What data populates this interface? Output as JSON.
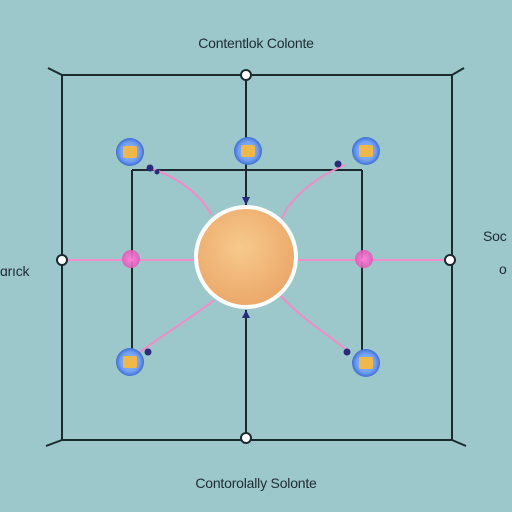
{
  "titles": {
    "top": "Contentlok Colonte",
    "bottom": "Contorolally Solonte"
  },
  "side_labels": {
    "left": "ɑrıck",
    "right_line1": "Soc",
    "right_line2": "o"
  },
  "colors": {
    "background": "#9cc8cc",
    "frame_line": "#1c2a30",
    "central_node_fill": "#f2b97a",
    "central_node_ring": "#ffffff",
    "pink_link": "#f08cc8",
    "pink_node": "#ee6cc4",
    "satellite_ring": "#4f86e6",
    "satellite_core": "#f0b84a",
    "arrow_head": "#2a2a7a"
  },
  "diagram": {
    "central_node": {
      "shape": "circle",
      "icon": "orange-hub"
    },
    "satellite_nodes": [
      {
        "id": "top-left",
        "icon": "blue-ring-yellow-core"
      },
      {
        "id": "top-center",
        "icon": "blue-ring-yellow-core"
      },
      {
        "id": "top-right",
        "icon": "blue-ring-yellow-core"
      },
      {
        "id": "bottom-left",
        "icon": "blue-ring-yellow-core"
      },
      {
        "id": "bottom-right",
        "icon": "blue-ring-yellow-core"
      }
    ],
    "junction_nodes": [
      {
        "id": "left",
        "color": "pink"
      },
      {
        "id": "right",
        "color": "pink"
      }
    ],
    "frame_terminals": [
      "top",
      "bottom",
      "left",
      "right"
    ]
  }
}
